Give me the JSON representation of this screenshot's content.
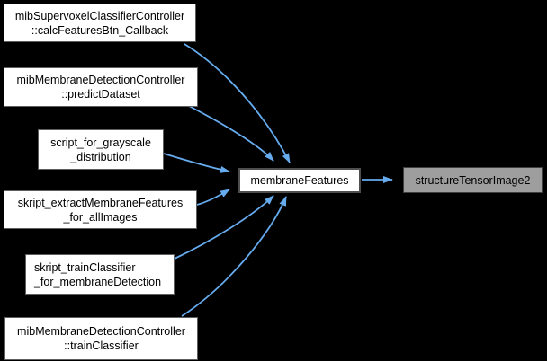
{
  "diagram": {
    "type": "doxygen-call-graph",
    "background_color": "#000000",
    "arrow_color": "#66abee",
    "node_fill": "#ffffff",
    "focus_node_fill": "#9e9e9e",
    "nodes": [
      {
        "id": "calcFeaturesBtn_Callback",
        "lines": [
          "mibSupervoxelClassifierController",
          "::calcFeaturesBtn_Callback"
        ],
        "role": "caller"
      },
      {
        "id": "predictDataset",
        "lines": [
          "mibMembraneDetectionController",
          "::predictDataset"
        ],
        "role": "caller"
      },
      {
        "id": "script_for_grayscale_distribution",
        "lines": [
          "script_for_grayscale",
          "_distribution"
        ],
        "role": "caller"
      },
      {
        "id": "skript_extractMembraneFeatures_for_allImages",
        "lines": [
          "skript_extractMembraneFeatures",
          "_for_allImages"
        ],
        "role": "caller"
      },
      {
        "id": "skript_trainClassifier_for_membraneDetection",
        "lines": [
          "skript_trainClassifier",
          "_for_membraneDetection"
        ],
        "role": "caller"
      },
      {
        "id": "trainClassifier",
        "lines": [
          "mibMembraneDetectionController",
          "::trainClassifier"
        ],
        "role": "caller"
      },
      {
        "id": "membraneFeatures",
        "lines": [
          "membraneFeatures"
        ],
        "role": "current"
      },
      {
        "id": "structureTensorImage2",
        "lines": [
          "structureTensorImage2"
        ],
        "role": "callee"
      }
    ],
    "edges": [
      {
        "from": "calcFeaturesBtn_Callback",
        "to": "membraneFeatures"
      },
      {
        "from": "predictDataset",
        "to": "membraneFeatures"
      },
      {
        "from": "script_for_grayscale_distribution",
        "to": "membraneFeatures"
      },
      {
        "from": "skript_extractMembraneFeatures_for_allImages",
        "to": "membraneFeatures"
      },
      {
        "from": "skript_trainClassifier_for_membraneDetection",
        "to": "membraneFeatures"
      },
      {
        "from": "trainClassifier",
        "to": "membraneFeatures"
      },
      {
        "from": "membraneFeatures",
        "to": "structureTensorImage2"
      }
    ]
  }
}
